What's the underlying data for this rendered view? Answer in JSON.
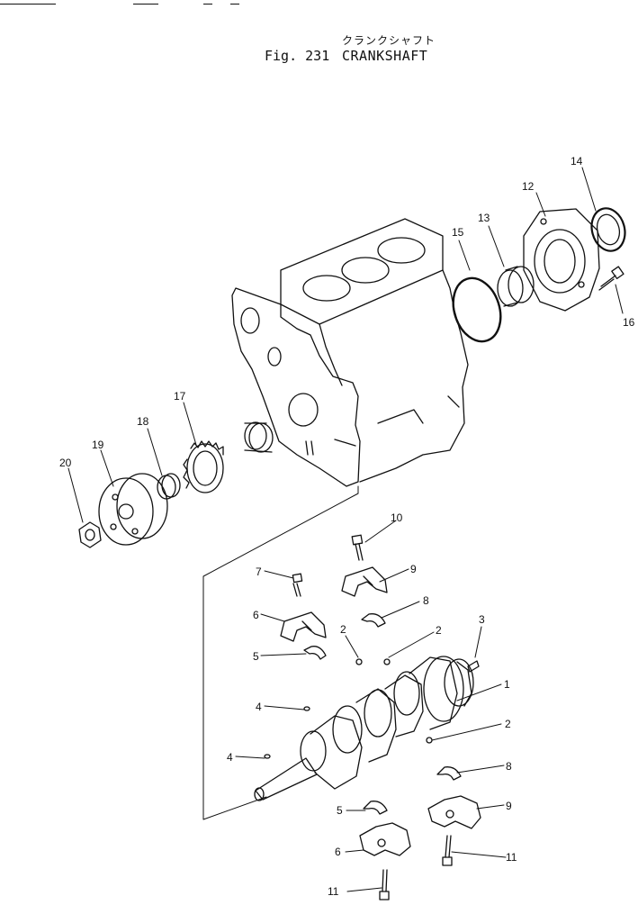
{
  "header": {
    "title_jp": "クランクシャフト",
    "figure_number": "Fig. 231",
    "title": "CRANKSHAFT"
  },
  "callouts": [
    {
      "id": "c1",
      "label": "1"
    },
    {
      "id": "c2a",
      "label": "2"
    },
    {
      "id": "c2b",
      "label": "2"
    },
    {
      "id": "c2c",
      "label": "2"
    },
    {
      "id": "c3",
      "label": "3"
    },
    {
      "id": "c4a",
      "label": "4"
    },
    {
      "id": "c4b",
      "label": "4"
    },
    {
      "id": "c5a",
      "label": "5"
    },
    {
      "id": "c5b",
      "label": "5"
    },
    {
      "id": "c6a",
      "label": "6"
    },
    {
      "id": "c6b",
      "label": "6"
    },
    {
      "id": "c7",
      "label": "7"
    },
    {
      "id": "c8a",
      "label": "8"
    },
    {
      "id": "c8b",
      "label": "8"
    },
    {
      "id": "c9a",
      "label": "9"
    },
    {
      "id": "c9b",
      "label": "9"
    },
    {
      "id": "c10",
      "label": "10"
    },
    {
      "id": "c11a",
      "label": "11"
    },
    {
      "id": "c11b",
      "label": "11"
    },
    {
      "id": "c12",
      "label": "12"
    },
    {
      "id": "c13",
      "label": "13"
    },
    {
      "id": "c14",
      "label": "14"
    },
    {
      "id": "c15",
      "label": "15"
    },
    {
      "id": "c16",
      "label": "16"
    },
    {
      "id": "c17",
      "label": "17"
    },
    {
      "id": "c18",
      "label": "18"
    },
    {
      "id": "c19",
      "label": "19"
    },
    {
      "id": "c20",
      "label": "20"
    }
  ]
}
